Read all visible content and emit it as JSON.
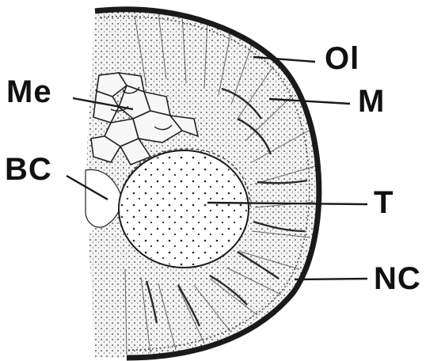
{
  "labels": {
    "ol": "Ol",
    "me": "Me",
    "m": "M",
    "bc": "BC",
    "t": "T",
    "nc": "NC"
  },
  "colors": {
    "ink": "#111111",
    "outline": "#1a1a1a",
    "background": "#ffffff"
  }
}
